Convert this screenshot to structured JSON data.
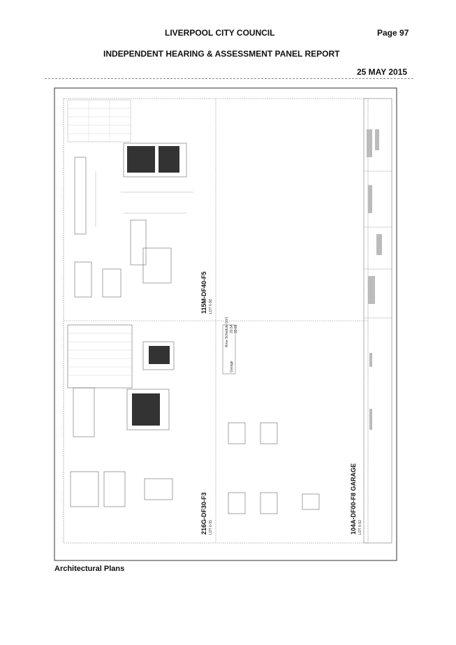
{
  "header": {
    "council": "LIVERPOOL CITY COUNCIL",
    "page": "Page 97",
    "panel": "INDEPENDENT HEARING & ASSESSMENT PANEL REPORT",
    "date": "25 MAY 2015"
  },
  "drawing": {
    "plan_top": {
      "code": "115M-DF40-F5",
      "lot": "LOT 6-58"
    },
    "plan_left": {
      "code": "216G-DF30-F3",
      "lot": "LOT 6-55"
    },
    "plan_right": {
      "code": "104A-DF00-F8 GARAGE",
      "lot": "LOT 6-52"
    },
    "legend_title": "Area Schedule (m²)",
    "legend_label": "Garage",
    "legend_values": [
      "20.54",
      "33.66"
    ]
  },
  "caption": "Architectural Plans"
}
